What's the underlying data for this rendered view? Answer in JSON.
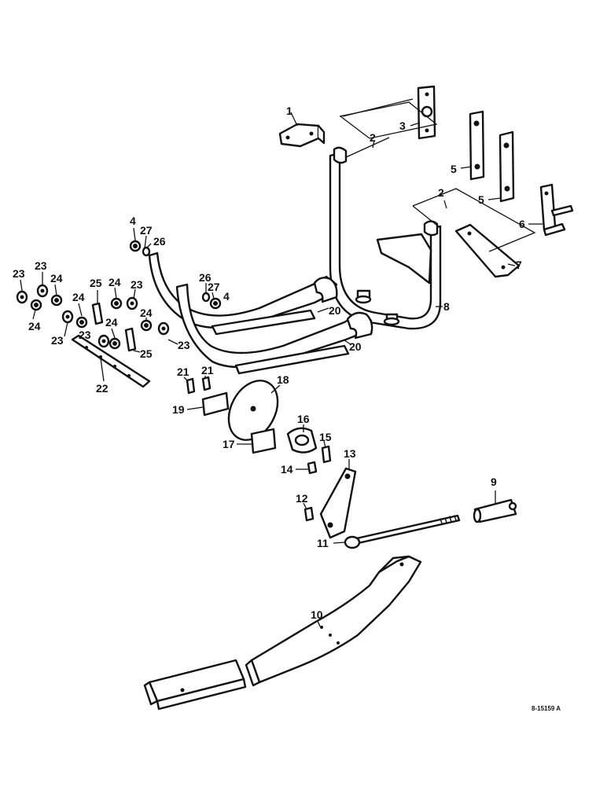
{
  "diagram": {
    "reference_code": "8-15159 A",
    "callouts": [
      {
        "id": "c1",
        "label": "1"
      },
      {
        "id": "c2a",
        "label": "2"
      },
      {
        "id": "c2b",
        "label": "2"
      },
      {
        "id": "c3",
        "label": "3"
      },
      {
        "id": "c4a",
        "label": "4"
      },
      {
        "id": "c4b",
        "label": "4"
      },
      {
        "id": "c5a",
        "label": "5"
      },
      {
        "id": "c5b",
        "label": "5"
      },
      {
        "id": "c6",
        "label": "6"
      },
      {
        "id": "c7",
        "label": "7"
      },
      {
        "id": "c8",
        "label": "8"
      },
      {
        "id": "c9",
        "label": "9"
      },
      {
        "id": "c10",
        "label": "10"
      },
      {
        "id": "c11",
        "label": "11"
      },
      {
        "id": "c12",
        "label": "12"
      },
      {
        "id": "c13",
        "label": "13"
      },
      {
        "id": "c14",
        "label": "14"
      },
      {
        "id": "c15",
        "label": "15"
      },
      {
        "id": "c16",
        "label": "16"
      },
      {
        "id": "c17",
        "label": "17"
      },
      {
        "id": "c18",
        "label": "18"
      },
      {
        "id": "c19",
        "label": "19"
      },
      {
        "id": "c20a",
        "label": "20"
      },
      {
        "id": "c20b",
        "label": "20"
      },
      {
        "id": "c21a",
        "label": "21"
      },
      {
        "id": "c21b",
        "label": "21"
      },
      {
        "id": "c22",
        "label": "22"
      },
      {
        "id": "c23a",
        "label": "23"
      },
      {
        "id": "c23b",
        "label": "23"
      },
      {
        "id": "c23c",
        "label": "23"
      },
      {
        "id": "c23d",
        "label": "23"
      },
      {
        "id": "c23e",
        "label": "23"
      },
      {
        "id": "c23f",
        "label": "23"
      },
      {
        "id": "c24a",
        "label": "24"
      },
      {
        "id": "c24b",
        "label": "24"
      },
      {
        "id": "c24c",
        "label": "24"
      },
      {
        "id": "c24d",
        "label": "24"
      },
      {
        "id": "c24e",
        "label": "24"
      },
      {
        "id": "c24f",
        "label": "24"
      },
      {
        "id": "c25a",
        "label": "25"
      },
      {
        "id": "c25b",
        "label": "25"
      },
      {
        "id": "c26a",
        "label": "26"
      },
      {
        "id": "c26b",
        "label": "26"
      },
      {
        "id": "c27a",
        "label": "27"
      },
      {
        "id": "c27b",
        "label": "27"
      }
    ]
  }
}
